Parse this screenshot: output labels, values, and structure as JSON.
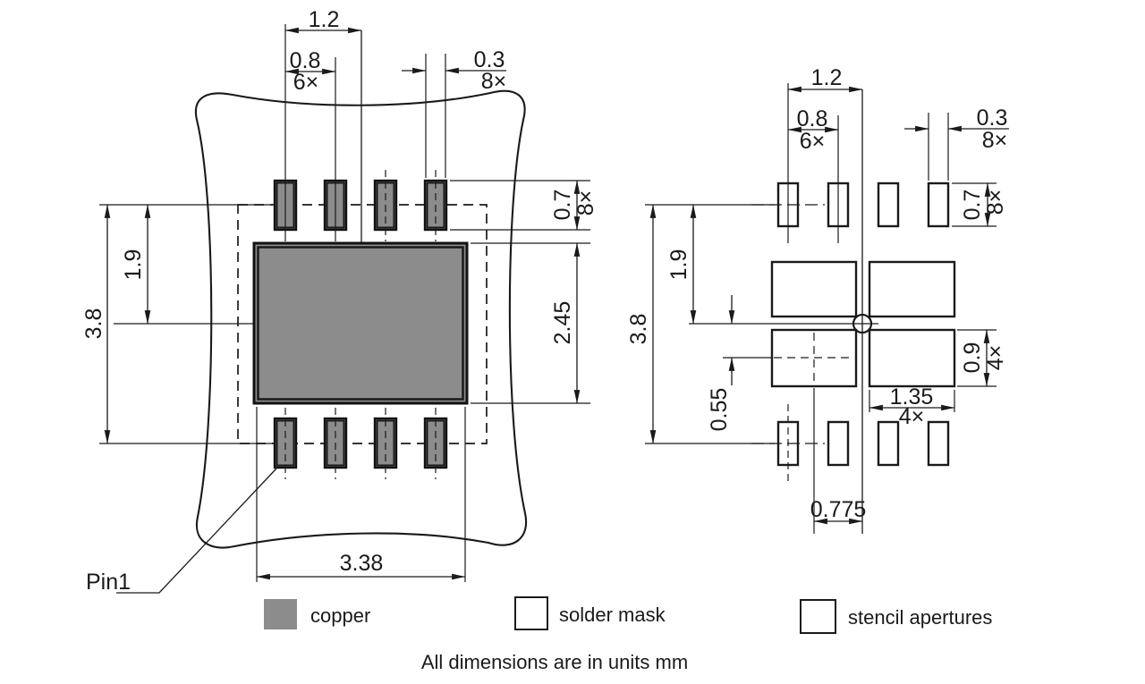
{
  "left_view": {
    "pin1_label": "Pin1",
    "dims": {
      "group_width": "1.2",
      "pitch": "0.8",
      "pitch_qty": "6×",
      "pad_width": "0.3",
      "pad_width_qty": "8×",
      "pad_height": "0.7",
      "pad_height_qty": "8×",
      "row_to_center": "1.9",
      "overall_height": "3.8",
      "copper_height": "2.45",
      "copper_width": "3.38"
    }
  },
  "right_view": {
    "dims": {
      "group_width": "1.2",
      "pitch": "0.8",
      "pitch_qty": "6×",
      "aperture_width": "0.3",
      "aperture_width_qty": "8×",
      "aperture_height": "0.7",
      "aperture_height_qty": "8×",
      "row_to_center": "1.9",
      "overall_height": "3.8",
      "thermal_row_offset": "0.55",
      "thermal_aperture_height": "0.9",
      "thermal_aperture_height_qty": "4×",
      "thermal_aperture_width": "1.35",
      "thermal_aperture_width_qty": "4×",
      "thermal_col_offset": "0.775"
    }
  },
  "legend": {
    "copper_label": "copper",
    "solder_mask_label": "solder mask",
    "stencil_apertures_label": "stencil apertures"
  },
  "note": "All dimensions are in units mm",
  "colors": {
    "copper_fill": "#8c8c8c",
    "line": "#1a1a1a",
    "background": "#ffffff"
  }
}
